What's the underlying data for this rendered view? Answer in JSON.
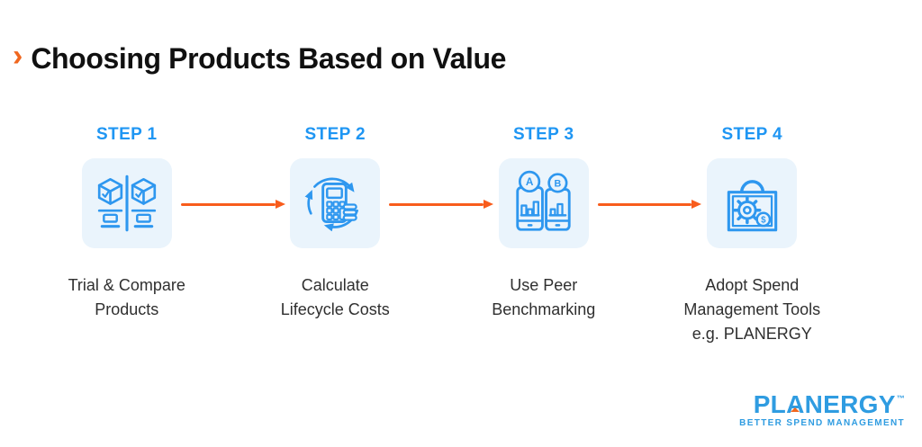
{
  "header": {
    "chevron": "›",
    "title": "Choosing Products Based on Value"
  },
  "steps": [
    {
      "label": "STEP 1",
      "caption": "Trial & Compare\nProducts",
      "icon": "compare-products-icon"
    },
    {
      "label": "STEP 2",
      "caption": "Calculate\nLifecycle Costs",
      "icon": "lifecycle-costs-icon"
    },
    {
      "label": "STEP 3",
      "caption": "Use Peer\nBenchmarking",
      "icon": "peer-benchmarking-icon"
    },
    {
      "label": "STEP 4",
      "caption": "Adopt Spend\nManagement Tools\ne.g. PLANERGY",
      "icon": "spend-management-icon"
    }
  ],
  "icon_glyphs": {
    "badge_a": "A",
    "badge_b": "B",
    "currency": "$"
  },
  "footer": {
    "brand_pl": "PL",
    "brand_a": "A",
    "brand_nergy": "NERGY",
    "trademark": "™",
    "tagline": "BETTER SPEND MANAGEMENT"
  },
  "colors": {
    "accent_orange": "#F85C1C",
    "label_blue": "#1F96F3",
    "icon_blue": "#2E97EF",
    "tile_background": "#EAF4FC",
    "brand_blue": "#2F9CE1",
    "title_text": "#101010",
    "caption_text": "#2F2F2F"
  }
}
